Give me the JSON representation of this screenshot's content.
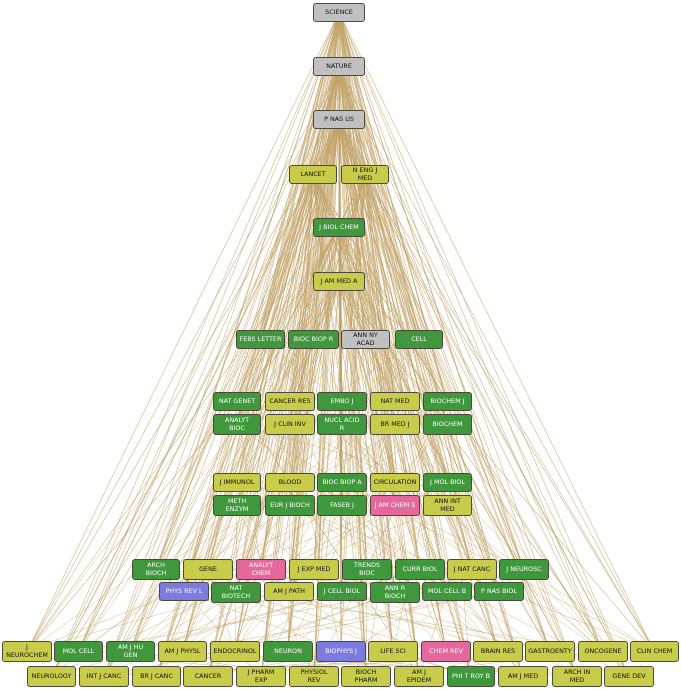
{
  "colors": {
    "edge": "#c2a469",
    "gray": "#c0c0c0",
    "yellow": "#c8cc4a",
    "green": "#3f983c",
    "pink": "#e4689c",
    "blue": "#7c7ce0"
  },
  "nodes": [
    {
      "id": "science",
      "label": "SCIENCE",
      "color": "gray"
    },
    {
      "id": "nature",
      "label": "NATURE",
      "color": "gray"
    },
    {
      "id": "pnasus",
      "label": "P NAS US",
      "color": "gray"
    },
    {
      "id": "lancet",
      "label": "LANCET",
      "color": "yellow"
    },
    {
      "id": "nengjmed",
      "label": "N ENG J\nMED",
      "color": "yellow"
    },
    {
      "id": "jbiolchem",
      "label": "J BIOL CHEM",
      "color": "green"
    },
    {
      "id": "jamameda",
      "label": "J AM MED A",
      "color": "yellow"
    },
    {
      "id": "febsletter",
      "label": "FEBS LETTER",
      "color": "green"
    },
    {
      "id": "biocbiopr",
      "label": "BIOC BIOP R",
      "color": "green"
    },
    {
      "id": "annnyacad",
      "label": "ANN NY\nACAD",
      "color": "gray"
    },
    {
      "id": "cell",
      "label": "CELL",
      "color": "green"
    },
    {
      "id": "natgenet",
      "label": "NAT GENET",
      "color": "green"
    },
    {
      "id": "cancerres",
      "label": "CANCER RES",
      "color": "yellow"
    },
    {
      "id": "emboj",
      "label": "EMBO J",
      "color": "green"
    },
    {
      "id": "natmed",
      "label": "NAT MED",
      "color": "yellow"
    },
    {
      "id": "biochemj",
      "label": "BIOCHEM J",
      "color": "green"
    },
    {
      "id": "analytbioc",
      "label": "ANALYT\nBIOC",
      "color": "green"
    },
    {
      "id": "jclininv",
      "label": "J CLIN INV",
      "color": "yellow"
    },
    {
      "id": "nuclacidr",
      "label": "NUCL ACID\nR",
      "color": "green"
    },
    {
      "id": "brmedj",
      "label": "BR MED J",
      "color": "yellow"
    },
    {
      "id": "biochem",
      "label": "BIOCHEM",
      "color": "green"
    },
    {
      "id": "jimmunol",
      "label": "J IMMUNOL",
      "color": "yellow"
    },
    {
      "id": "blood",
      "label": "BLOOD",
      "color": "yellow"
    },
    {
      "id": "biocbiopa",
      "label": "BIOC BIOP A",
      "color": "green"
    },
    {
      "id": "circulation",
      "label": "CIRCULATION",
      "color": "yellow"
    },
    {
      "id": "jmolbiol",
      "label": "J MOL BIOL",
      "color": "green"
    },
    {
      "id": "methenzym",
      "label": "METH\nENZYM",
      "color": "green"
    },
    {
      "id": "eurjbioch",
      "label": "EUR J BIOCH",
      "color": "green"
    },
    {
      "id": "fasebj",
      "label": "FASEB J",
      "color": "green"
    },
    {
      "id": "jamchems",
      "label": "J AM CHEM S",
      "color": "pink"
    },
    {
      "id": "annintmed",
      "label": "ANN INT\nMED",
      "color": "yellow"
    },
    {
      "id": "archbioch",
      "label": "ARCH\nBIOCH",
      "color": "green"
    },
    {
      "id": "gene",
      "label": "GENE",
      "color": "yellow"
    },
    {
      "id": "analytchem",
      "label": "ANALYT\nCHEM",
      "color": "pink"
    },
    {
      "id": "jexpmed",
      "label": "J EXP MED",
      "color": "yellow"
    },
    {
      "id": "trendsbioc",
      "label": "TRENDS\nBIOC",
      "color": "green"
    },
    {
      "id": "currbiol",
      "label": "CURR BIOL",
      "color": "green"
    },
    {
      "id": "jnatcanc",
      "label": "J NAT CANC",
      "color": "yellow"
    },
    {
      "id": "jneurosc",
      "label": "J NEUROSC",
      "color": "green"
    },
    {
      "id": "physrevl",
      "label": "PHYS REV L",
      "color": "blue"
    },
    {
      "id": "natbiotech",
      "label": "NAT\nBIOTECH",
      "color": "green"
    },
    {
      "id": "jampath",
      "label": "AM J PATH",
      "color": "yellow"
    },
    {
      "id": "jcellbiol",
      "label": "J CELL BIOL",
      "color": "green"
    },
    {
      "id": "annrbioch",
      "label": "ANN R\nBIOCH",
      "color": "green"
    },
    {
      "id": "molcellb",
      "label": "MOL CELL B",
      "color": "green"
    },
    {
      "id": "pnasbiol",
      "label": "P NAS BIOL",
      "color": "green"
    },
    {
      "id": "jneurochem",
      "label": "J\nNEUROCHEM",
      "color": "yellow"
    },
    {
      "id": "molcell",
      "label": "MOL CELL",
      "color": "green"
    },
    {
      "id": "amjhugen",
      "label": "AM J HU\nGEN",
      "color": "green"
    },
    {
      "id": "amjphysl",
      "label": "AM J PHYSL",
      "color": "yellow"
    },
    {
      "id": "endocrinol",
      "label": "ENDOCRINOL",
      "color": "yellow"
    },
    {
      "id": "neuron",
      "label": "NEURON",
      "color": "green"
    },
    {
      "id": "biophysj",
      "label": "BIOPHYS J",
      "color": "blue"
    },
    {
      "id": "lifesci",
      "label": "LIFE SCI",
      "color": "yellow"
    },
    {
      "id": "chemrev",
      "label": "CHEM REV",
      "color": "pink"
    },
    {
      "id": "brainres",
      "label": "BRAIN RES",
      "color": "yellow"
    },
    {
      "id": "gastroenty",
      "label": "GASTROENTY",
      "color": "yellow"
    },
    {
      "id": "oncogene",
      "label": "ONCOGENE",
      "color": "yellow"
    },
    {
      "id": "clinchem",
      "label": "CLIN CHEM",
      "color": "yellow"
    },
    {
      "id": "neurology",
      "label": "NEUROLOGY",
      "color": "yellow"
    },
    {
      "id": "intjcanc",
      "label": "INT J CANC",
      "color": "yellow"
    },
    {
      "id": "brjcanc",
      "label": "BR J CANC",
      "color": "yellow"
    },
    {
      "id": "cancer",
      "label": "CANCER",
      "color": "yellow"
    },
    {
      "id": "jpharmexp",
      "label": "J PHARM\nEXP",
      "color": "yellow"
    },
    {
      "id": "physiolrev",
      "label": "PHYSIOL\nREV",
      "color": "yellow"
    },
    {
      "id": "biochpharm",
      "label": "BIOCH\nPHARM",
      "color": "yellow"
    },
    {
      "id": "amjepidem",
      "label": "AM J\nEPIDEM",
      "color": "yellow"
    },
    {
      "id": "phitroyb",
      "label": "PHI T ROY B",
      "color": "green"
    },
    {
      "id": "amjmed",
      "label": "AM J MED",
      "color": "yellow"
    },
    {
      "id": "archinmed",
      "label": "ARCH IN\nMED",
      "color": "yellow"
    },
    {
      "id": "genedev",
      "label": "GENE DEV",
      "color": "yellow"
    }
  ]
}
